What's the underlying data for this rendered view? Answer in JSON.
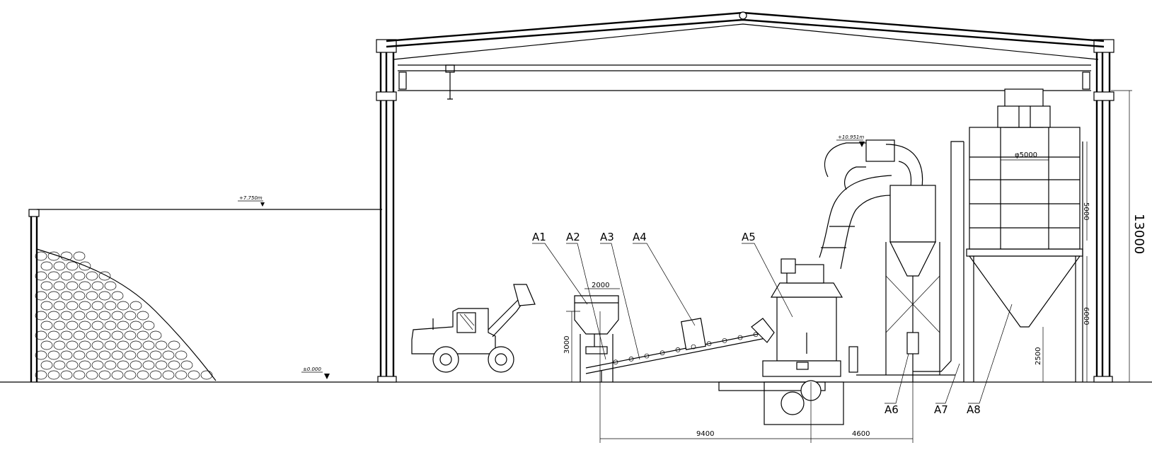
{
  "labels": {
    "A1": "A1",
    "A2": "A2",
    "A3": "A3",
    "A4": "A4",
    "A5": "A5",
    "A6": "A6",
    "A7": "A7",
    "A8": "A8"
  },
  "dimensions": {
    "hopper_width": "2000",
    "hopper_height": "3000",
    "span_left": "9400",
    "span_right": "4600",
    "bag_filter_diameter": "φ5000",
    "bag_filter_upper": "5000",
    "bag_filter_lower": "6000",
    "cone_height": "2500",
    "building_height": "13000"
  },
  "elevations": {
    "roof_line": "+7.750m",
    "ground": "±0.000",
    "duct_top": "+10.951m"
  }
}
